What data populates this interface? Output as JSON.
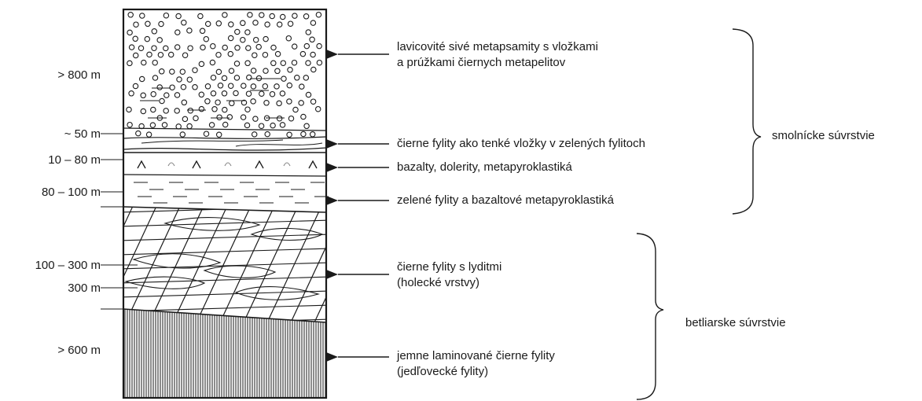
{
  "layers": [
    {
      "thickness": "> 800 m",
      "lines": [
        "lavicovité sivé metapsamity s vložkami",
        "a prúžkami čiernych metapelitov"
      ]
    },
    {
      "thickness": "~ 50 m",
      "lines": [
        "čierne fylity ako tenké vložky v zelených fylitoch"
      ]
    },
    {
      "thickness": "10 – 80 m",
      "lines": [
        "bazalty, dolerity, metapyroklastiká"
      ]
    },
    {
      "thickness": "80 – 100 m",
      "lines": [
        "zelené fylity a bazaltové metapyroklastiká"
      ]
    },
    {
      "thickness": "100 – 300 m",
      "lines": [
        "čierne fylity s lyditmi",
        "(holecké vrstvy)"
      ]
    },
    {
      "thickness": "300 m",
      "lines": []
    },
    {
      "thickness": "> 600 m",
      "lines": [
        "jemne laminované čierne fylity",
        "(jedľovecké fylity)"
      ]
    }
  ],
  "groups": [
    {
      "name": "smolnícke súvrstvie"
    },
    {
      "name": "betliarske súvrstvie"
    }
  ],
  "colors": {
    "ink": "#1a1a1a",
    "background": "#ffffff"
  }
}
